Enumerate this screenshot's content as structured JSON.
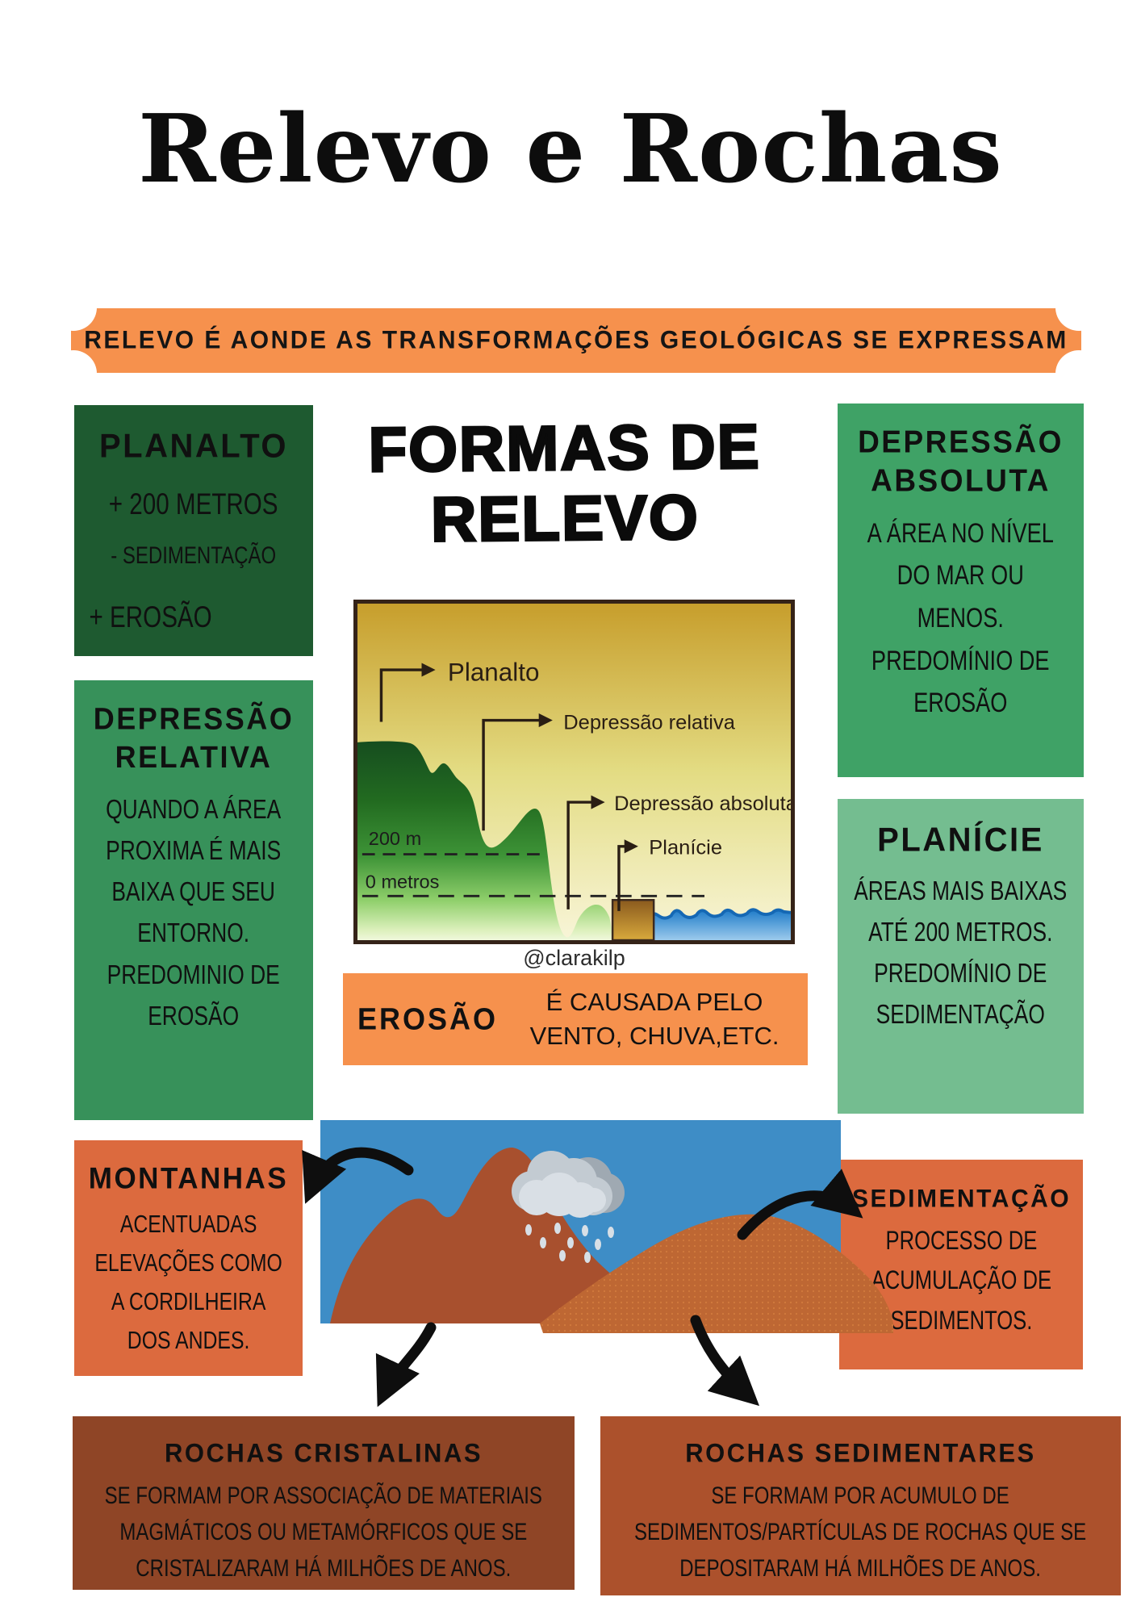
{
  "poster": {
    "title": "Relevo e Rochas",
    "banner_text": "RELEVO É AONDE AS TRANSFORMAÇÕES GEOLÓGICAS SE EXPRESSAM",
    "center_heading": "FORMAS DE RELEVO",
    "watermark": "@clarakilp"
  },
  "boxes": {
    "planalto": {
      "title": "PLANALTO",
      "line1": "+ 200 METROS",
      "line2": "- SEDIMENTAÇÃO",
      "line3": "+ EROSÃO"
    },
    "depressao_relativa": {
      "title": "DEPRESSÃO RELATIVA",
      "body": "QUANDO A ÁREA PROXIMA É MAIS BAIXA QUE SEU ENTORNO. PREDOMINIO DE EROSÃO"
    },
    "depressao_absoluta": {
      "title": "DEPRESSÃO ABSOLUTA",
      "body": "A ÁREA NO NÍVEL DO MAR OU MENOS. PREDOMÍNIO DE EROSÃO"
    },
    "planicie": {
      "title": "PLANÍCIE",
      "body": "ÁREAS MAIS BAIXAS ATÉ 200 METROS. PREDOMÍNIO DE SEDIMENTAÇÃO"
    },
    "erosao": {
      "title": "EROSÃO",
      "body": "É CAUSADA PELO VENTO, CHUVA,ETC."
    },
    "montanhas": {
      "title": "MONTANHAS",
      "body": "ACENTUADAS ELEVAÇÕES COMO A CORDILHEIRA DOS ANDES."
    },
    "sedimentacao": {
      "title": "SEDIMENTAÇÃO",
      "body": "PROCESSO DE ACUMULAÇÃO DE SEDIMENTOS."
    },
    "rochas_cristalinas": {
      "title": "ROCHAS CRISTALINAS",
      "body": "SE FORMAM POR ASSOCIAÇÃO DE MATERIAIS MAGMÁTICOS OU METAMÓRFICOS QUE SE CRISTALIZARAM  HÁ MILHÕES DE ANOS."
    },
    "rochas_sedimentares": {
      "title": "ROCHAS SEDIMENTARES",
      "body": "SE FORMAM POR ACUMULO DE SEDIMENTOS/PARTÍCULAS DE ROCHAS QUE SE DEPOSITARAM HÁ MILHÕES DE ANOS."
    }
  },
  "diagram": {
    "labels": {
      "planalto": "Planalto",
      "depressao_relativa": "Depressão relativa",
      "depressao_absoluta": "Depressão absoluta",
      "planicie": "Planície",
      "altitude_200": "200 m",
      "altitude_0": "0 metros"
    }
  },
  "palette": {
    "banner_orange": "#F6914D",
    "planalto_dark_green": "#1E5A30",
    "depressao_relativa_green": "#37915A",
    "depressao_absoluta_green": "#3FA266",
    "planicie_light_green": "#74BD90",
    "montanhas_orange_red": "#DC6A3E",
    "rochas_cristalinas_brown": "#8F4526",
    "rochas_sedimentares_brown": "#AC512C",
    "sky_blue": "#3E8DC6",
    "arrow_black": "#0E0E0E"
  }
}
